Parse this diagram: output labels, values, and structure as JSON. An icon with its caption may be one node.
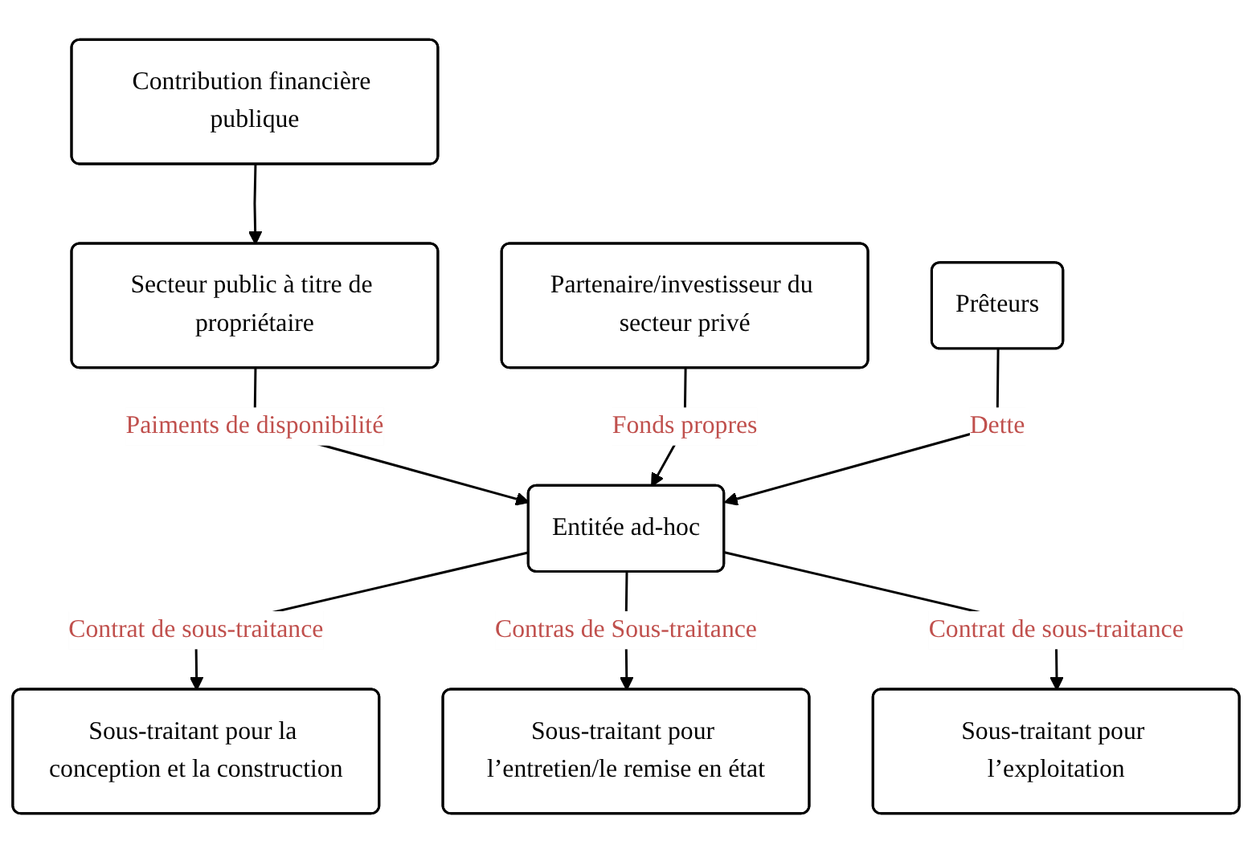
{
  "diagram": {
    "nodes": [
      {
        "text": [
          "Contribution financière publique"
        ]
      },
      {
        "text": [
          "Secteur public à titre de propriétaire"
        ]
      },
      {
        "text": [
          "Partenaire/investisseur du secteur privé"
        ]
      },
      {
        "text": [
          "Entitée ad-hoc"
        ]
      },
      {
        "text": [
          "Prêteurs"
        ]
      },
      {
        "text": [
          "Sous-traitant pour la conception et la construction"
        ]
      },
      {
        "text": [
          "Sous-traitant pour l’entretien/le remise en état"
        ]
      },
      {
        "text": [
          "Sous-traitant pour l’exploitation"
        ]
      }
    ],
    "edges": [
      {
        "from": 0,
        "to": 1,
        "arrow": "to"
      },
      {
        "from": 1,
        "to": 3,
        "arrow": "to",
        "label": "Paiments de disponibilité"
      },
      {
        "from": 2,
        "to": 3,
        "arrow": "to",
        "label": "Fonds propres"
      },
      {
        "from": 4,
        "to": 3,
        "arrow": "to",
        "label": "Dette"
      },
      {
        "from": 3,
        "to": 5,
        "arrow": "to",
        "label": "Contrat de sous-traitance"
      },
      {
        "from": 3,
        "to": 6,
        "arrow": "to",
        "label": "Contras de Sous-traitance"
      },
      {
        "from": 3,
        "to": 7,
        "arrow": "to",
        "label": "Contrat de sous-traitance"
      }
    ]
  }
}
